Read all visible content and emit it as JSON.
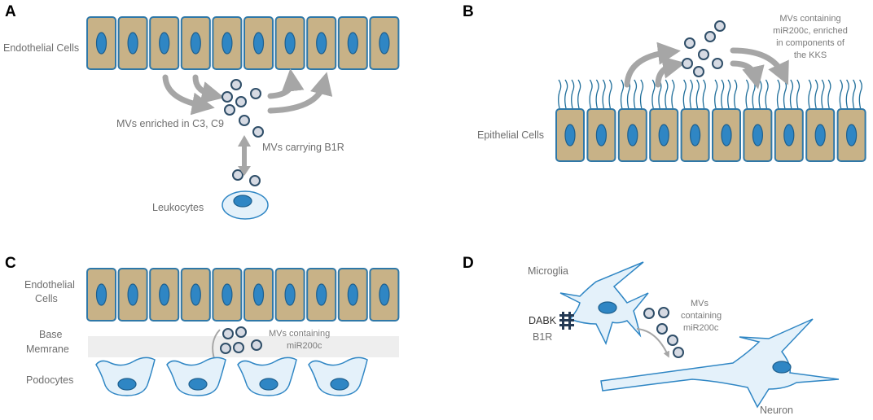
{
  "panels": {
    "A": {
      "letter": "A",
      "cell_label": "Endothelial Cells",
      "mv_label_1": "MVs enriched in C3, C9",
      "mv_label_2": "MVs carrying B1R",
      "leukocyte_label": "Leukocytes"
    },
    "B": {
      "letter": "B",
      "mv_label_lines": [
        "MVs containing",
        "miR200c, enriched",
        "in components of",
        "the KKS"
      ],
      "cell_label": "Epithelial Cells"
    },
    "C": {
      "letter": "C",
      "cell_label_lines": [
        "Endothelial",
        "Cells"
      ],
      "membrane_label_lines": [
        "Base",
        "Memrane"
      ],
      "mv_label_lines": [
        "MVs containing",
        "miR200c"
      ],
      "podocyte_label": "Podocytes"
    },
    "D": {
      "letter": "D",
      "microglia_label": "Microglia",
      "dabk_label": "DABK",
      "b1r_label": "B1R",
      "mv_label_lines": [
        "MVs",
        "containing",
        "miR200c"
      ],
      "neuron_label": "Neuron"
    }
  },
  "colors": {
    "cell_fill": "#c8b287",
    "cell_border": "#2f78a8",
    "nucleus": "#2f86c4",
    "vesicle_fill": "#d6dae3",
    "vesicle_border": "#2f4e68",
    "arrow": "#a6a6a6",
    "light_cell": "#e4f1fa",
    "membrane": "#eeeeee"
  }
}
